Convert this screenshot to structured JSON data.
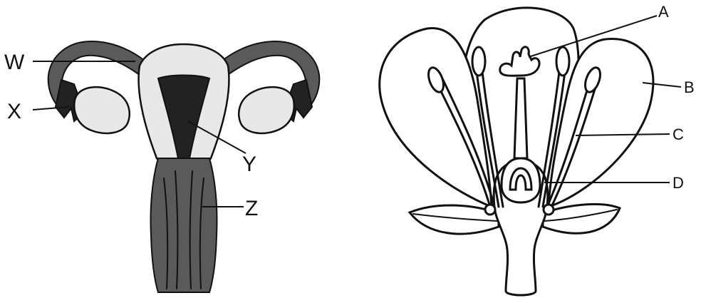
{
  "uterus_labels": {
    "w": "W",
    "x": "X",
    "y": "Y",
    "z": "Z"
  },
  "flower_labels": {
    "a": "A",
    "b": "B",
    "c": "C",
    "d": "D"
  }
}
